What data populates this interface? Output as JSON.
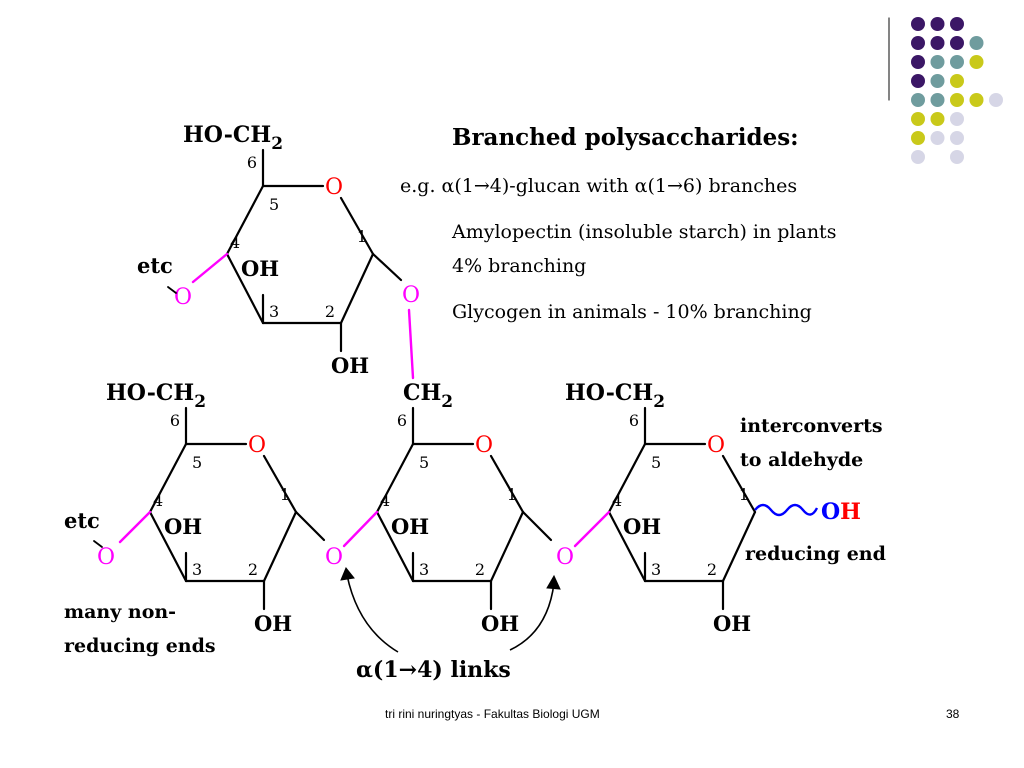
{
  "slide": {
    "title": "Branched polysaccharides:",
    "lines": [
      "e.g. α(1→4)-glucan with α(1→6) branches",
      "Amylopectin (insoluble starch) in plants",
      "4% branching",
      "Glycogen in animals - 10% branching"
    ],
    "footer": "tri rini nuringtyas - Fakultas Biologi UGM",
    "page_number": "38"
  },
  "diagram": {
    "ho_ch2": "HO-CH",
    "ch2": "CH",
    "sub2": "2",
    "o": "O",
    "oh": "OH",
    "etc": "etc",
    "carbon_numbers": [
      "1",
      "2",
      "3",
      "4",
      "5",
      "6"
    ],
    "interconverts_line1": "interconverts",
    "interconverts_line2": "to aldehyde",
    "reducing_end": "reducing end",
    "many_nonreducing_line1": "many non-",
    "many_nonreducing_line2": "reducing ends",
    "links_label": "α(1→4) links",
    "open_end_o": "O",
    "open_end_h": "H"
  },
  "dot_grid": {
    "colors": {
      "purple": "#3b1766",
      "teal": "#6f9c9e",
      "yellow": "#c9c91a",
      "lavender": "#d6d6e6"
    },
    "rows": [
      [
        "purple",
        "purple",
        "purple"
      ],
      [
        "purple",
        "purple",
        "purple",
        "teal"
      ],
      [
        "purple",
        "teal",
        "teal",
        "yellow"
      ],
      [
        "purple",
        "teal",
        "yellow",
        ""
      ],
      [
        "teal",
        "teal",
        "yellow",
        "yellow",
        "lavender"
      ],
      [
        "yellow",
        "yellow",
        "lavender",
        ""
      ],
      [
        "yellow",
        "lavender",
        "lavender",
        ""
      ],
      [
        "lavender",
        "",
        "lavender",
        ""
      ]
    ]
  },
  "colors": {
    "text": "#000000",
    "oxygen": "#ff0000",
    "branch_oxygen": "#ff00ff",
    "link_bond": "#ff00ff",
    "ring": "#000000",
    "open_chain": "#0000ff"
  }
}
